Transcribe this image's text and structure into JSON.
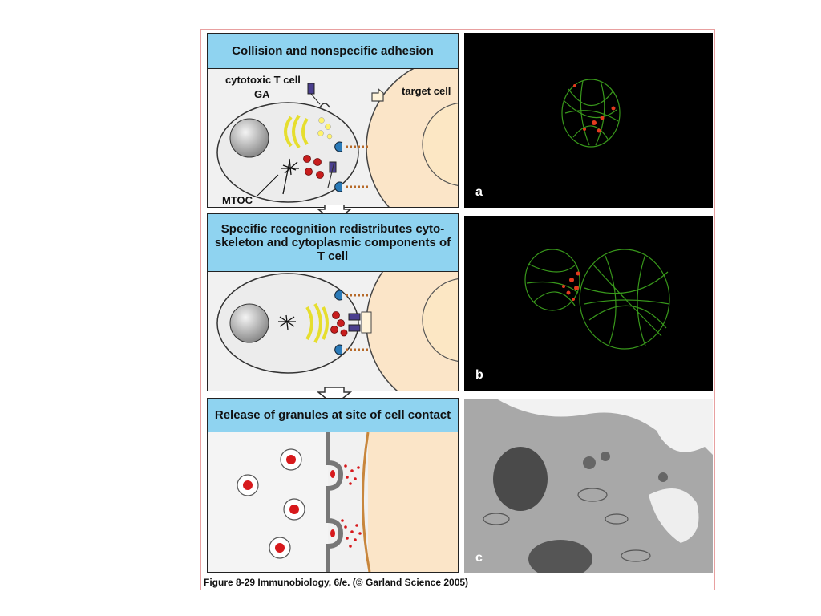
{
  "panels": [
    {
      "header": "Collision and nonspecific adhesion",
      "labels": {
        "t_cell": "cytotoxic T cell",
        "ga": "GA",
        "target": "target cell",
        "mtoc": "MTOC"
      }
    },
    {
      "header": "Specific recognition redistributes cyto-skeleton and cytoplasmic components of T cell"
    },
    {
      "header": "Release of granules at site of cell contact"
    }
  ],
  "micrographs": [
    {
      "label": "a"
    },
    {
      "label": "b"
    },
    {
      "label": "c"
    }
  ],
  "caption": "Figure 8-29  Immunobiology, 6/e. (© Garland Science 2005)",
  "colors": {
    "header_bg": "#8fd3f0",
    "target_cell": "#fbe5c8",
    "granule": "#d7191c",
    "microtubule": "#55c428",
    "frame": "#e8a0a0"
  }
}
